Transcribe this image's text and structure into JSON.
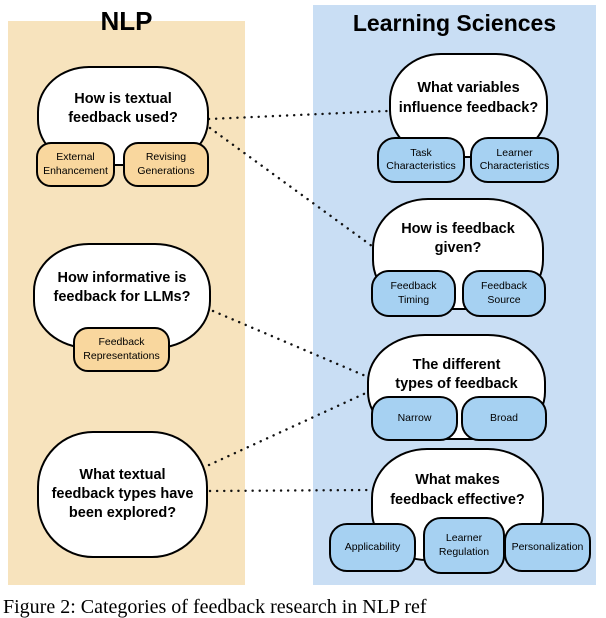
{
  "page": {
    "caption": "Figure 2: Categories of feedback research in NLP ref"
  },
  "nlp": {
    "title": "NLP",
    "bubble1": {
      "q": "How is textual\nfeedback used?",
      "sub1": "External\nEnhancement",
      "sub2": "Revising\nGenerations"
    },
    "bubble2": {
      "q": "How informative is\nfeedback for LLMs?",
      "sub1": "Feedback\nRepresentations"
    },
    "bubble3": {
      "q": "What textual\nfeedback types have\nbeen explored?"
    }
  },
  "ls": {
    "title": "Learning Sciences",
    "bubble1": {
      "q": "What variables\ninfluence feedback?",
      "sub1": "Task\nCharacteristics",
      "sub2": "Learner\nCharacteristics"
    },
    "bubble2": {
      "q": "How is feedback\ngiven?",
      "sub1": "Feedback\nTiming",
      "sub2": "Feedback\nSource"
    },
    "bubble3": {
      "q": "The different\ntypes of feedback",
      "sub1": "Narrow",
      "sub2": "Broad"
    },
    "bubble4": {
      "q": "What makes\nfeedback effective?",
      "sub1": "Applicability",
      "sub2": "Learner\nRegulation",
      "sub3": "Personalization"
    }
  },
  "colors": {
    "nlp_panel": "#f7e3bd",
    "nlp_sub": "#f9d79e",
    "ls_panel": "#c9def4",
    "ls_sub": "#a6d1f2",
    "bubble_fill": "#ffffff",
    "outline": "#000000"
  }
}
